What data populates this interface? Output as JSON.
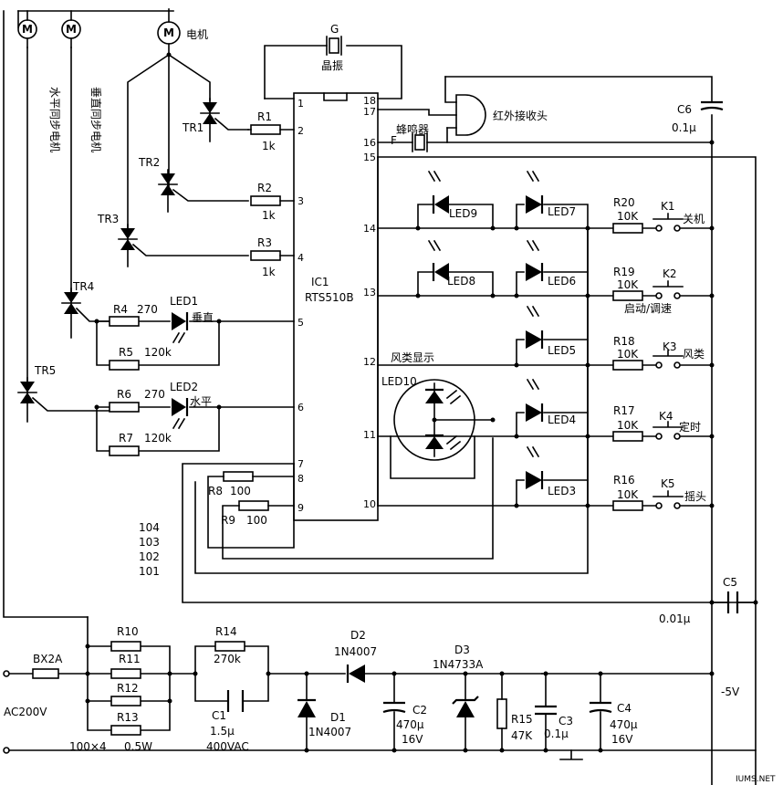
{
  "motors": {
    "horizontal": "水平同步电机",
    "vertical": "垂直同步电机",
    "main": "电机",
    "symbol": "M"
  },
  "ic": {
    "name": "IC1",
    "part": "RTS510B"
  },
  "crystal": {
    "ref": "G",
    "name": "晶振"
  },
  "buzzer": {
    "ref": "F",
    "name": "蜂鸣器"
  },
  "ir": {
    "name": "红外接收头"
  },
  "triacs": [
    "TR1",
    "TR2",
    "TR3",
    "TR4",
    "TR5"
  ],
  "resistors": {
    "R1": {
      "ref": "R1",
      "val": "1k"
    },
    "R2": {
      "ref": "R2",
      "val": "1k"
    },
    "R3": {
      "ref": "R3",
      "val": "1k"
    },
    "R4": {
      "ref": "R4",
      "val": "270"
    },
    "R5": {
      "ref": "R5",
      "val": "120k"
    },
    "R6": {
      "ref": "R6",
      "val": "270"
    },
    "R7": {
      "ref": "R7",
      "val": "120k"
    },
    "R8": {
      "ref": "R8",
      "val": "100"
    },
    "R9": {
      "ref": "R9",
      "val": "100"
    },
    "R10": {
      "ref": "R10"
    },
    "R11": {
      "ref": "R11"
    },
    "R12": {
      "ref": "R12"
    },
    "R13": {
      "ref": "R13"
    },
    "R14": {
      "ref": "R14",
      "val": "270k"
    },
    "R15": {
      "ref": "R15",
      "val": "47K"
    },
    "R16": {
      "ref": "R16",
      "val": "10K"
    },
    "R17": {
      "ref": "R17",
      "val": "10K"
    },
    "R18": {
      "ref": "R18",
      "val": "10K"
    },
    "R19": {
      "ref": "R19",
      "val": "10K"
    },
    "R20": {
      "ref": "R20",
      "val": "10K"
    }
  },
  "leds": {
    "LED1": {
      "ref": "LED1",
      "label": "垂直"
    },
    "LED2": {
      "ref": "LED2",
      "label": "水平"
    },
    "LED3": {
      "ref": "LED3"
    },
    "LED4": {
      "ref": "LED4"
    },
    "LED5": {
      "ref": "LED5"
    },
    "LED6": {
      "ref": "LED6"
    },
    "LED7": {
      "ref": "LED7"
    },
    "LED8": {
      "ref": "LED8"
    },
    "LED9": {
      "ref": "LED9"
    },
    "LED10": {
      "ref": "LED10",
      "label": "风类显示"
    }
  },
  "keys": {
    "K1": {
      "ref": "K1",
      "label": "关机"
    },
    "K2": {
      "ref": "K2",
      "label": "启动/调速"
    },
    "K3": {
      "ref": "K3",
      "label": "风类"
    },
    "K4": {
      "ref": "K4",
      "label": "定时"
    },
    "K5": {
      "ref": "K5",
      "label": "摇头"
    }
  },
  "caps": {
    "C1": {
      "ref": "C1",
      "val": "1.5μ",
      "rating": "400VAC"
    },
    "C2": {
      "ref": "C2",
      "val": "470μ",
      "rating": "16V"
    },
    "C3": {
      "ref": "C3",
      "val": "0.1μ"
    },
    "C4": {
      "ref": "C4",
      "val": "470μ",
      "rating": "16V"
    },
    "C5": {
      "ref": "C5",
      "val": "0.01μ"
    },
    "C6": {
      "ref": "C6",
      "val": "0.1μ"
    }
  },
  "diodes": {
    "D1": {
      "ref": "D1",
      "part": "1N4007"
    },
    "D2": {
      "ref": "D2",
      "part": "1N4007"
    },
    "D3": {
      "ref": "D3",
      "part": "1N4733A"
    }
  },
  "power": {
    "fuse": "BX2A",
    "ac": "AC200V",
    "rail": "-5V",
    "r_array": "100×4",
    "r_array_power": "0.5W"
  },
  "codes": [
    "104",
    "103",
    "102",
    "101"
  ],
  "pins": [
    "1",
    "2",
    "3",
    "4",
    "5",
    "6",
    "7",
    "8",
    "9",
    "10",
    "11",
    "12",
    "13",
    "14",
    "15",
    "16",
    "17",
    "18"
  ],
  "watermark": "IUMS.NET"
}
